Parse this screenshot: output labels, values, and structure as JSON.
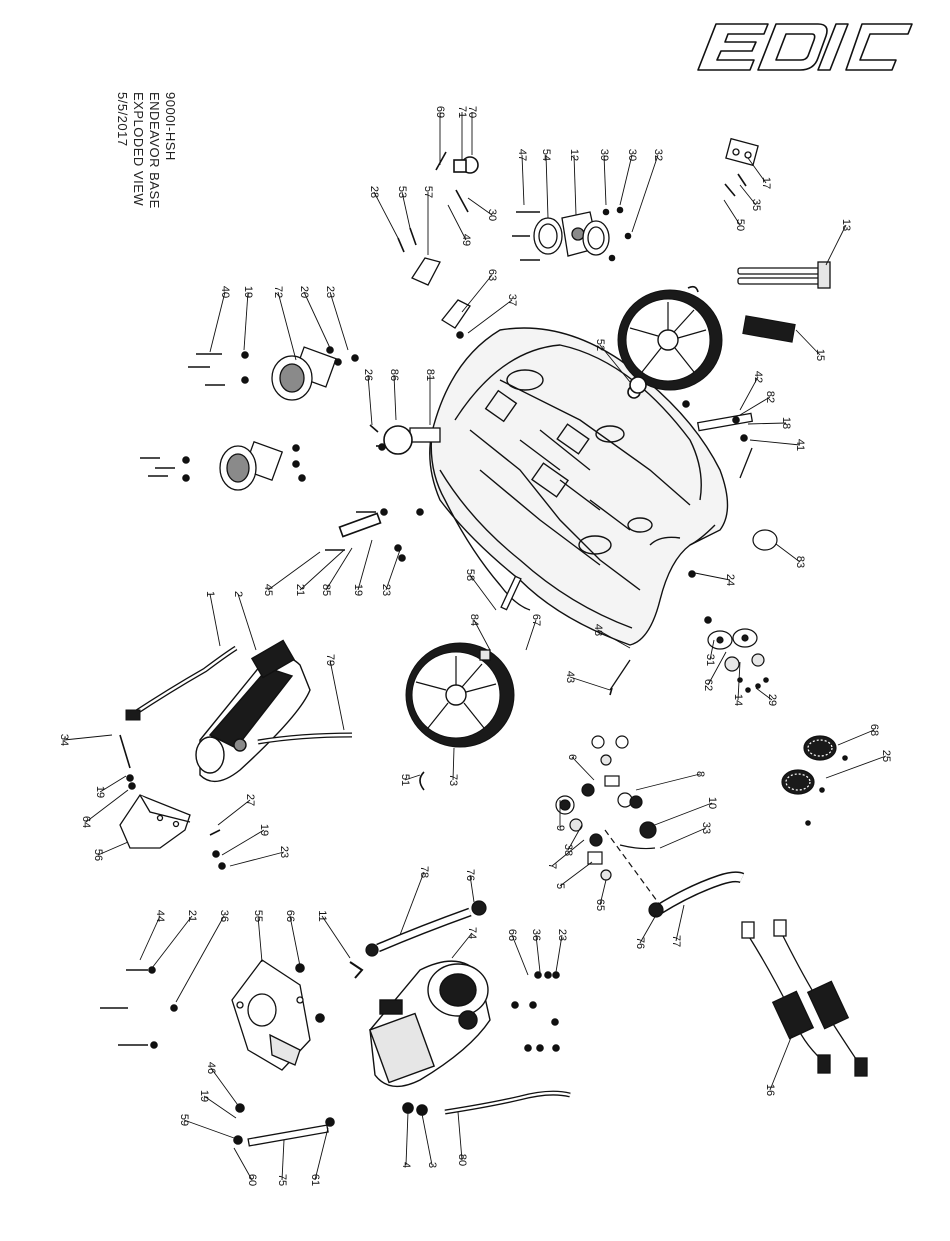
{
  "brand": {
    "logo_text": "EDIC"
  },
  "title_block": {
    "model": "9000I-HSH",
    "name": "ENDEAVOR BASE",
    "view": "EXPLODED VIEW",
    "date": "5/5/2017"
  },
  "callouts": [
    "69",
    "71",
    "70",
    "47",
    "54",
    "12",
    "39",
    "30",
    "32",
    "28",
    "53",
    "57",
    "30",
    "49",
    "17",
    "35",
    "50",
    "13",
    "40",
    "19",
    "72",
    "20",
    "23",
    "63",
    "37",
    "52",
    "15",
    "42",
    "82",
    "18",
    "41",
    "26",
    "86",
    "81",
    "83",
    "24",
    "45",
    "21",
    "85",
    "19",
    "23",
    "58",
    "84",
    "67",
    "48",
    "1",
    "2",
    "79",
    "43",
    "31",
    "62",
    "14",
    "29",
    "34",
    "19",
    "64",
    "73",
    "51",
    "6",
    "8",
    "9",
    "38",
    "10",
    "33",
    "7",
    "5",
    "65",
    "68",
    "25",
    "27",
    "19",
    "23",
    "56",
    "78",
    "76",
    "76",
    "77",
    "44",
    "21",
    "36",
    "55",
    "66",
    "11",
    "74",
    "66",
    "36",
    "23",
    "16",
    "46",
    "19",
    "59",
    "60",
    "75",
    "61",
    "4",
    "3",
    "80"
  ],
  "colors": {
    "line": "#111111",
    "fill_dark": "#1a1a1a",
    "fill_mid": "#8a8a8a",
    "fill_light": "#e6e6e6"
  }
}
